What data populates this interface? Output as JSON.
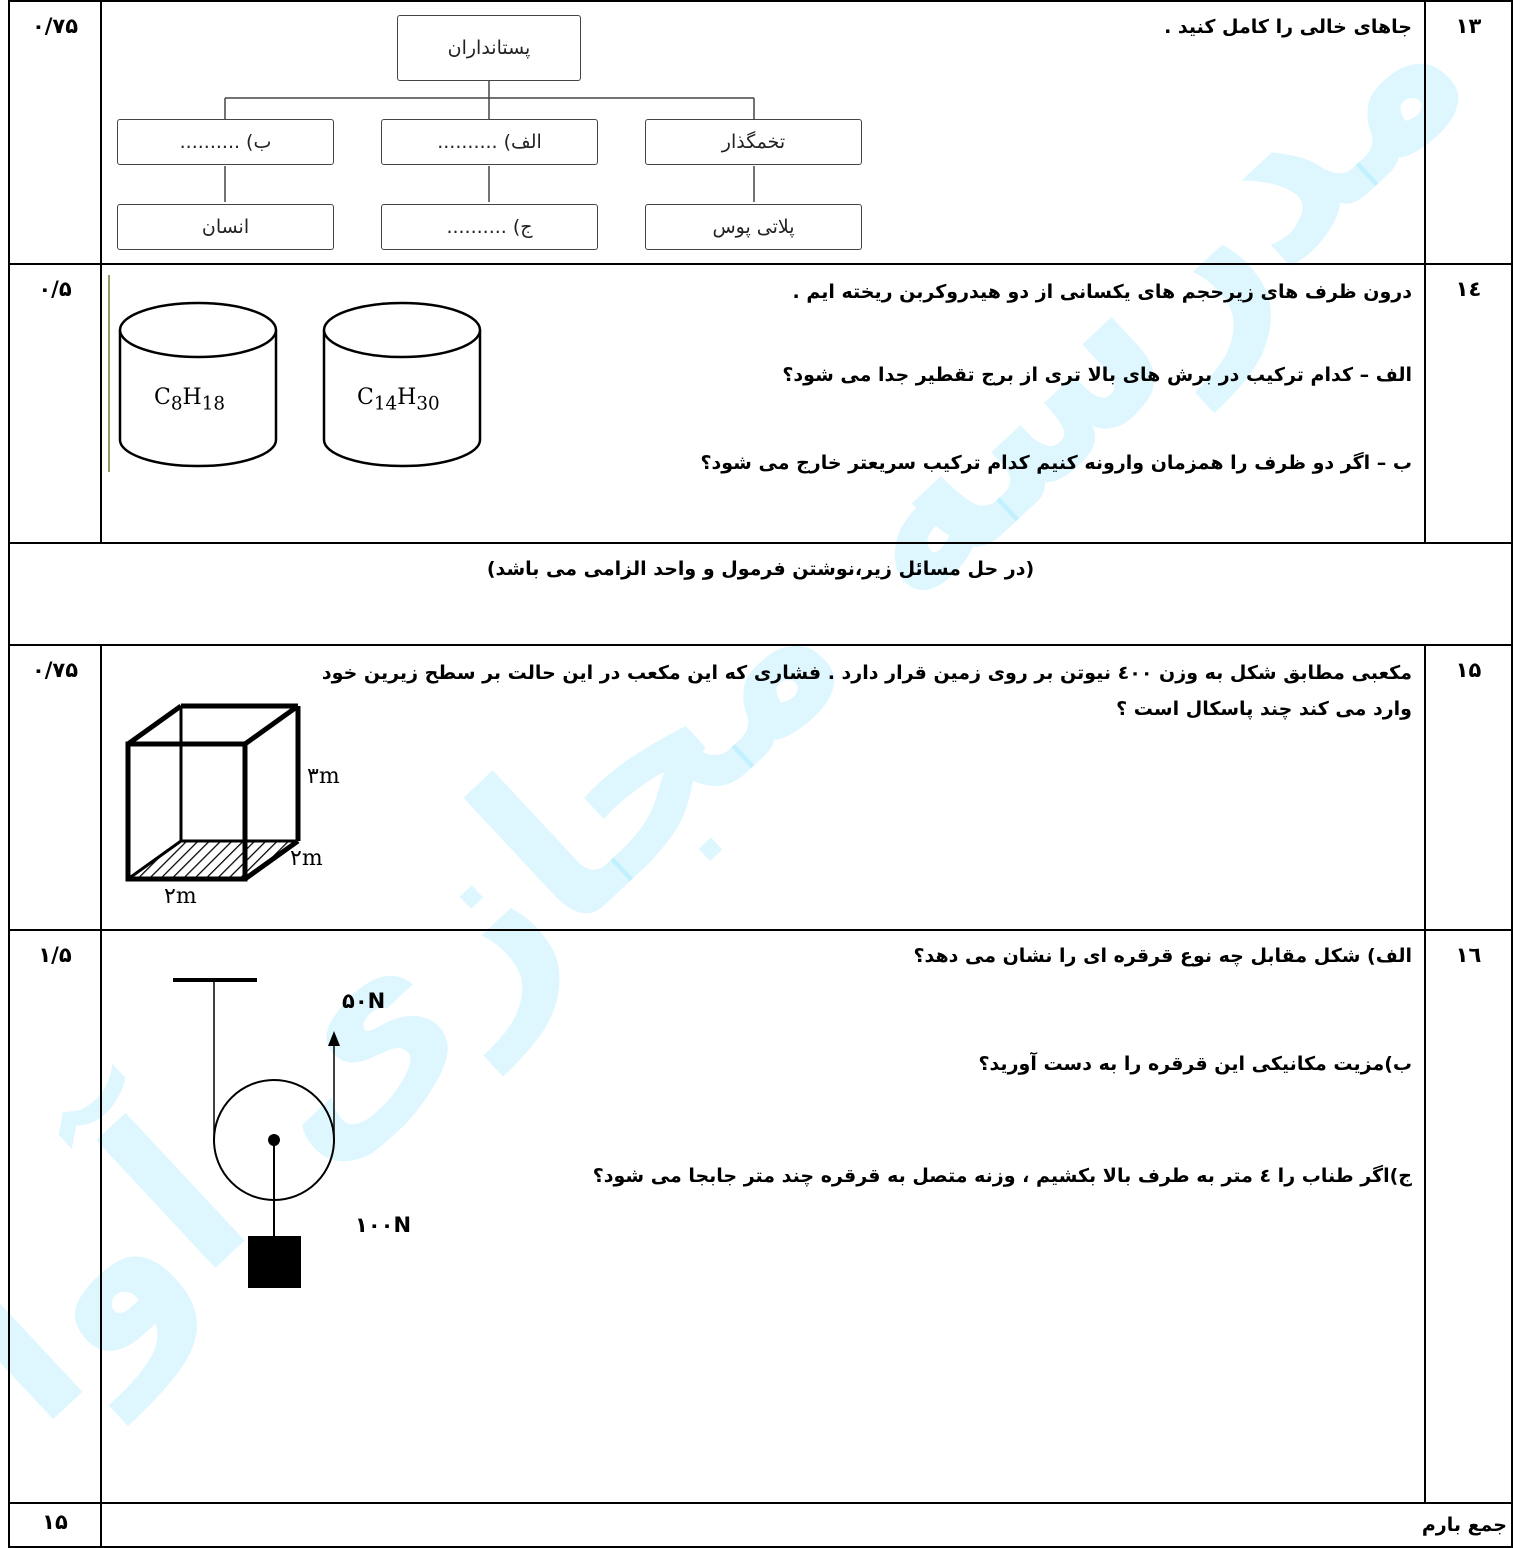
{
  "q13": {
    "number": "۱۳",
    "score": "۰/۷۵",
    "text": "جاهای خالی را کامل کنید .",
    "chart": {
      "root": "پستانداران",
      "row1": [
        "تخمگذار",
        "الف) ..........",
        "ب) .........."
      ],
      "row2": [
        "پلاتی پوس",
        "ج) ..........",
        "انسان"
      ]
    }
  },
  "q14": {
    "number": "١٤",
    "score": "۰/۵",
    "text": "درون ظرف های زیرحجم های یکسانی از دو هیدروکربن ریخته ایم .",
    "part_a": "الف – کدام ترکیب در برش های بالا تری از برج تقطیر جدا می شود؟",
    "part_b": "ب – اگر دو ظرف را همزمان  وارونه کنیم کدام ترکیب سریعتر خارج می شود؟",
    "cyl1": {
      "c": "C",
      "c_sub": "8",
      "h": "H",
      "h_sub": "18"
    },
    "cyl2": {
      "c": "C",
      "c_sub": "14",
      "h": "H",
      "h_sub": "30"
    }
  },
  "note": "(در حل مسائل زیر،نوشتن فرمول و واحد الزامی می باشد)",
  "q15": {
    "number": "۱۵",
    "score": "۰/۷۵",
    "line1": "مکعبی مطابق شکل به وزن ٤۰۰ نیوتن بر روی زمین قرار دارد . فشاری که این مکعب در این حالت بر سطح زیرین خود",
    "line2": "وارد می کند چند پاسکال است ؟",
    "dims": [
      "۳m",
      "۲m",
      "۲m"
    ]
  },
  "q16": {
    "number": "١٦",
    "score": "۱/۵",
    "part_a": "الف) شکل مقابل چه نوع قرقره ای را نشان می دهد؟",
    "part_b": "ب)مزیت مکانیکی این قرقره را به دست آورید؟",
    "part_c": "ج)اگر طناب را ٤ متر به طرف بالا بکشیم ، وزنه متصل به قرقره چند متر جابجا می شود؟",
    "force_up": "۵۰N",
    "weight": "۱۰۰N"
  },
  "total": {
    "label": "جمع بارم",
    "value": "۱۵"
  },
  "watermark": {
    "text": "مدرسه مجازی آوا",
    "color": "#00BFFF"
  }
}
